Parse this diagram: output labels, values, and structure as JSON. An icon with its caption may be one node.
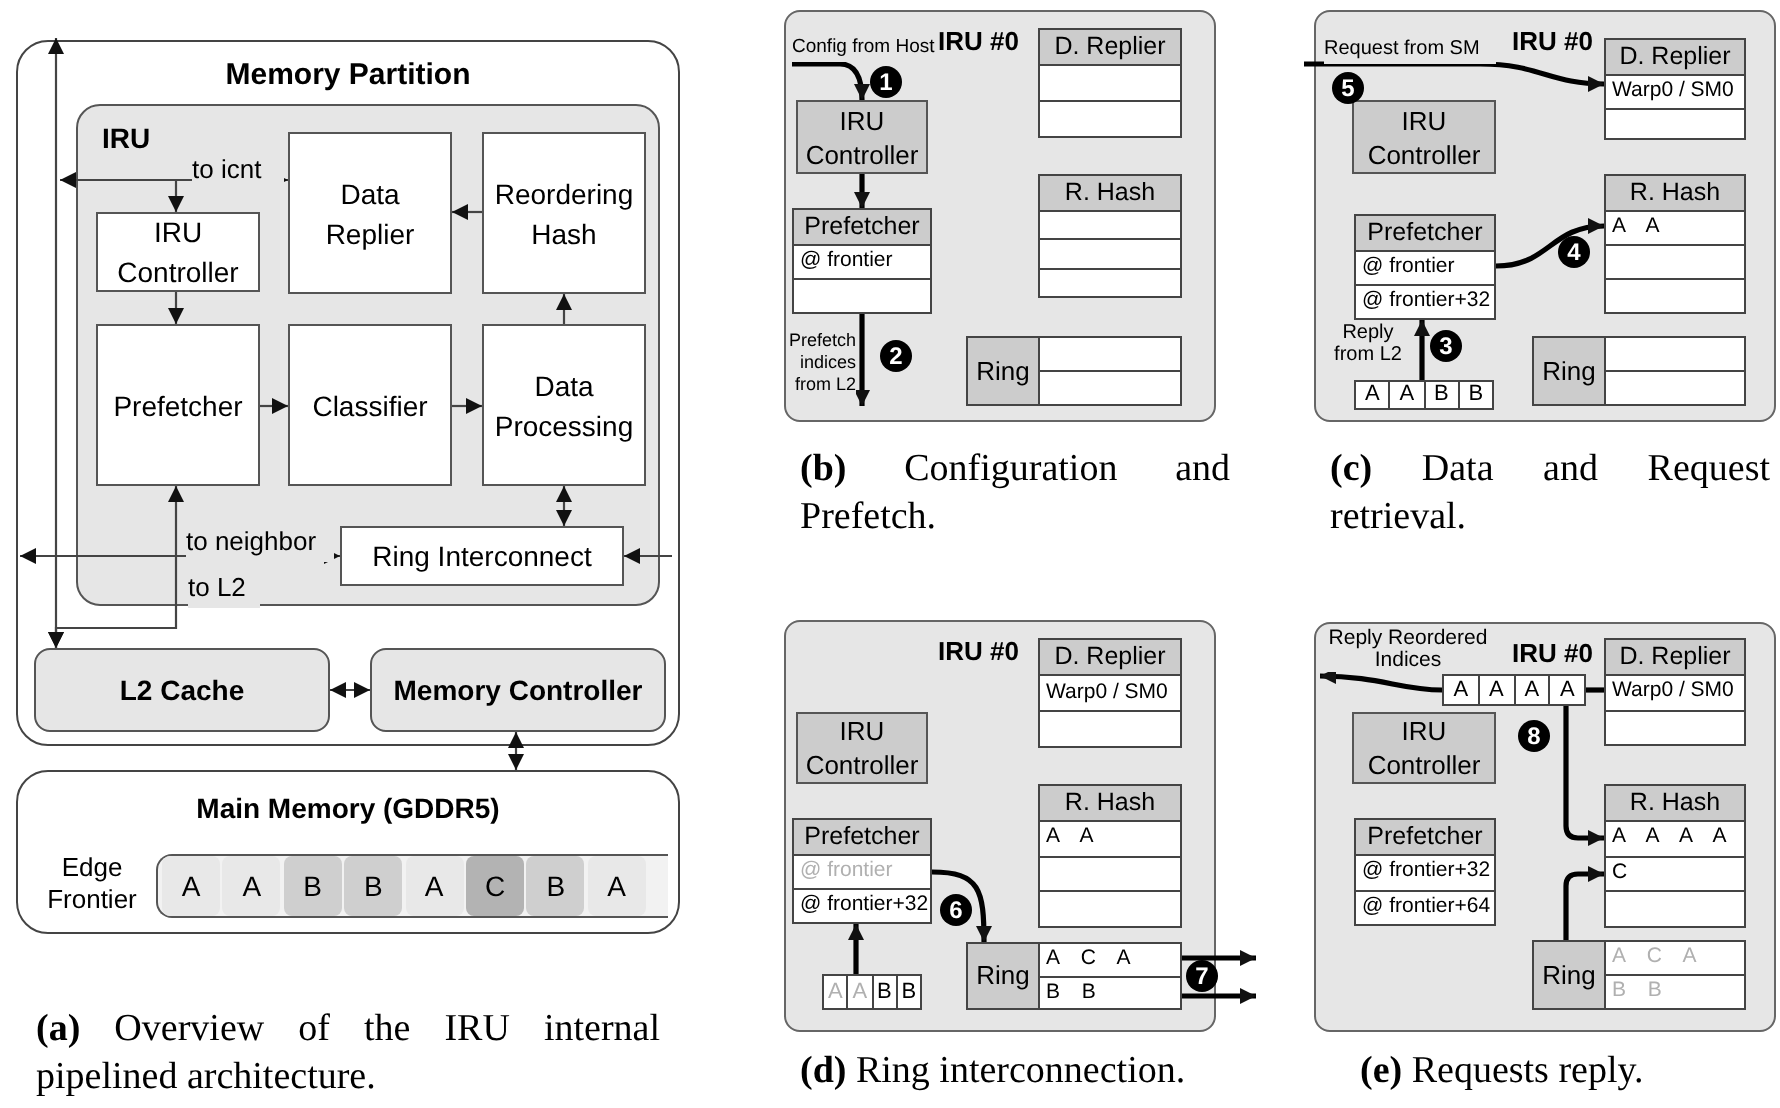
{
  "diagram": {
    "nodes": [
      {
        "text": [
          "Memory Partition"
        ]
      },
      {
        "text": [
          "IRU"
        ],
        "in": 0
      },
      {
        "text": [
          "IRU Controller"
        ],
        "in": 1
      },
      {
        "text": [
          "Data Replier"
        ],
        "in": 1
      },
      {
        "text": [
          "Reordering Hash"
        ],
        "in": 1
      },
      {
        "text": [
          "Prefetcher"
        ],
        "in": 1
      },
      {
        "text": [
          "Classifier"
        ],
        "in": 1
      },
      {
        "text": [
          "Data Processing"
        ],
        "in": 1
      },
      {
        "text": [
          "Ring Interconnect"
        ],
        "in": 1
      },
      {
        "text": [
          "L2 Cache"
        ],
        "in": 0
      },
      {
        "text": [
          "Memory Controller"
        ],
        "in": 0
      },
      {
        "text": [
          "Main Memory (GDDR5)",
          "Edge Frontier"
        ]
      },
      {
        "text": [
          "IRU #0"
        ]
      },
      {
        "text": [
          "IRU Controller"
        ],
        "in": 12
      },
      {
        "text": [
          "Prefetcher",
          "@ frontier"
        ],
        "in": 12
      },
      {
        "text": [
          "D. Replier"
        ],
        "in": 12
      },
      {
        "text": [
          "R. Hash"
        ],
        "in": 12
      },
      {
        "text": [
          "Ring"
        ],
        "in": 12
      },
      {
        "text": [
          "IRU #0"
        ]
      },
      {
        "text": [
          "IRU Controller"
        ],
        "in": 18
      },
      {
        "text": [
          "D. Replier",
          "Warp0 / SM0"
        ],
        "in": 18
      },
      {
        "text": [
          "R. Hash",
          "A A"
        ],
        "in": 18
      },
      {
        "text": [
          "Prefetcher",
          "@ frontier",
          "@ frontier+32"
        ],
        "in": 18
      },
      {
        "text": [
          "A",
          "A",
          "B",
          "B"
        ],
        "in": 18
      },
      {
        "text": [
          "Ring"
        ],
        "in": 18
      },
      {
        "text": [
          "IRU #0"
        ]
      },
      {
        "text": [
          "IRU Controller"
        ],
        "in": 25
      },
      {
        "text": [
          "D. Replier",
          "Warp0 / SM0"
        ],
        "in": 25
      },
      {
        "text": [
          "R. Hash",
          "A A"
        ],
        "in": 25
      },
      {
        "text": [
          "Prefetcher",
          "@ frontier",
          "@ frontier+32"
        ],
        "in": 25
      },
      {
        "text": [
          "A",
          "A",
          "B",
          "B"
        ],
        "in": 25
      },
      {
        "text": [
          "Ring",
          "A C A",
          "B B"
        ],
        "in": 25
      },
      {
        "text": [
          "IRU #0"
        ]
      },
      {
        "text": [
          "IRU Controller"
        ],
        "in": 32
      },
      {
        "text": [
          "D. Replier",
          "Warp0 / SM0"
        ],
        "in": 32
      },
      {
        "text": [
          "R. Hash",
          "A A A A",
          "C"
        ],
        "in": 32
      },
      {
        "text": [
          "Prefetcher",
          "@ frontier+32",
          "@ frontier+64"
        ],
        "in": 32
      },
      {
        "text": [
          "Ring",
          "A C A",
          "B B"
        ],
        "in": 32
      },
      {
        "text": [
          "A",
          "A",
          "A",
          "A"
        ],
        "in": 32
      }
    ],
    "edges": [
      {
        "from": null,
        "to": 9,
        "arrow": "both"
      },
      {
        "from": null,
        "to": 3,
        "arrow": "both",
        "label": "to icnt"
      },
      {
        "from": null,
        "to": 2,
        "arrow": "to"
      },
      {
        "from": 2,
        "to": 5,
        "arrow": "to"
      },
      {
        "from": 5,
        "to": 6,
        "arrow": "to"
      },
      {
        "from": 6,
        "to": 7,
        "arrow": "to"
      },
      {
        "from": 7,
        "to": 4,
        "arrow": "to"
      },
      {
        "from": 4,
        "to": 3,
        "arrow": "to"
      },
      {
        "from": 7,
        "to": 8,
        "arrow": "both"
      },
      {
        "from": 5,
        "to": 9,
        "arrow": "both",
        "label": "to L2"
      },
      {
        "from": 8,
        "to": null,
        "arrow": "both",
        "label": "to neighbor"
      },
      {
        "from": null,
        "to": 8,
        "arrow": "to"
      },
      {
        "from": 9,
        "to": 10,
        "arrow": "both"
      },
      {
        "from": 10,
        "to": 11,
        "arrow": "both"
      },
      {
        "from": null,
        "to": 13,
        "arrow": "to",
        "label": "Config from Host",
        "style": "thick"
      },
      {
        "from": 13,
        "to": 14,
        "arrow": "to",
        "style": "thick"
      },
      {
        "from": 14,
        "to": null,
        "arrow": "to",
        "label": "Prefetch indices from L2",
        "style": "thick"
      },
      {
        "from": null,
        "to": 20,
        "arrow": "to",
        "label": "Request from SM",
        "style": "thick"
      },
      {
        "from": 22,
        "to": 21,
        "arrow": "to",
        "style": "thick"
      },
      {
        "from": 23,
        "to": 22,
        "arrow": "to",
        "label": "Reply from L2",
        "style": "thick"
      },
      {
        "from": 29,
        "to": 31,
        "arrow": "to",
        "style": "thick"
      },
      {
        "from": 30,
        "to": 29,
        "arrow": "to",
        "style": "thick"
      },
      {
        "from": 31,
        "to": null,
        "arrow": "to",
        "style": "thick"
      },
      {
        "from": 31,
        "to": null,
        "arrow": "to",
        "style": "thick"
      },
      {
        "from": 38,
        "to": null,
        "arrow": "to",
        "label": "Reply Reordered Indices",
        "style": "thick"
      },
      {
        "from": 38,
        "to": 34,
        "arrow": "none",
        "style": "thick"
      },
      {
        "from": 38,
        "to": 35,
        "arrow": "to",
        "style": "thick"
      },
      {
        "from": 37,
        "to": 35,
        "arrow": "to",
        "style": "thick"
      }
    ],
    "labels": [
      "A",
      "A",
      "B",
      "B",
      "A",
      "C",
      "B",
      "A",
      "1",
      "2",
      "5",
      "4",
      "3",
      "6",
      "7",
      "8",
      "**(a)** Overview of the IRU internal pipelined architecture.",
      "**(b)** Configuration and Prefetch.",
      "**(c)** Data and Request retrieval.",
      "**(d)** Ring interconnection.",
      "**(e)** Requests reply."
    ]
  }
}
